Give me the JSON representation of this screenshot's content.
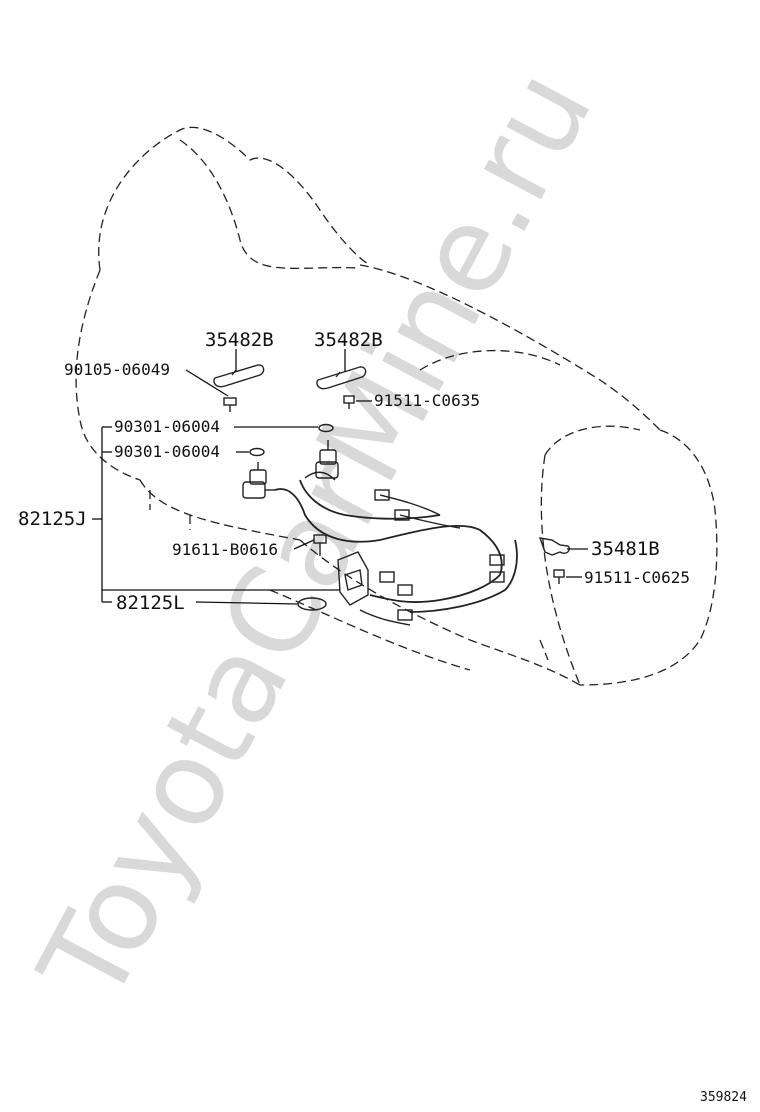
{
  "watermark": "ToyotaCarMine.ru",
  "diagram_id": "359824",
  "parts": {
    "bracket_left": "35482B",
    "bracket_mid": "35482B",
    "bolt_90105": "90105-06049",
    "bolt_91511_c0635": "91511-C0635",
    "oring_upper": "90301-06004",
    "oring_lower": "90301-06004",
    "harness_j": "82125J",
    "bolt_91611": "91611-B0616",
    "bracket_right": "35481B",
    "bolt_91511_c0625": "91511-C0625",
    "harness_l": "82125L"
  }
}
